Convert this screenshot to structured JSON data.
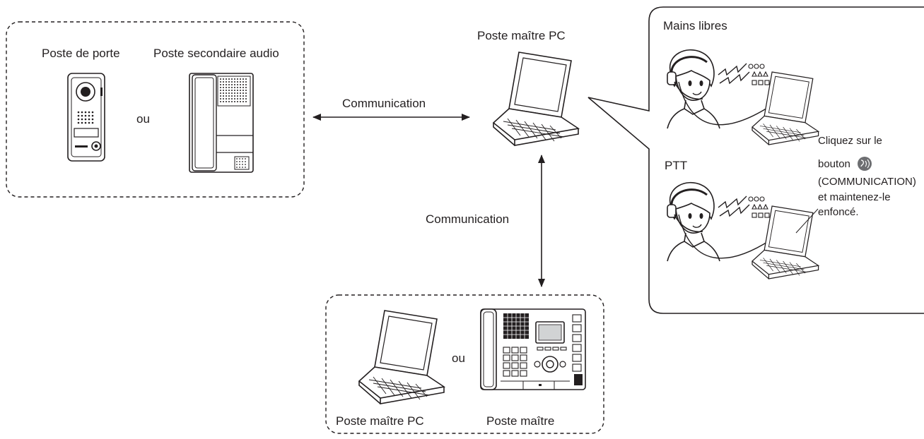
{
  "top_left_group": {
    "door_station": "Poste de porte",
    "audio_substation": "Poste secondaire audio",
    "or": "ou"
  },
  "center": {
    "pc_master_station": "Poste maître PC",
    "communication_horizontal": "Communication",
    "communication_vertical": "Communication"
  },
  "bottom_group": {
    "pc_master_station": "Poste maître PC",
    "or": "ou",
    "master_station": "Poste maître"
  },
  "callout": {
    "hands_free": "Mains libres",
    "ptt": "PTT",
    "instruction_line1": "Cliquez sur le",
    "instruction_line2": "bouton",
    "instruction_line3": "(COMMUNICATION)",
    "instruction_line4": "et maintenez-le",
    "instruction_line5": "enfoncé.",
    "talk_button_icon": "talk-button-icon"
  },
  "colors": {
    "stroke": "#231f20",
    "icon_fill": "#6d6e71"
  }
}
